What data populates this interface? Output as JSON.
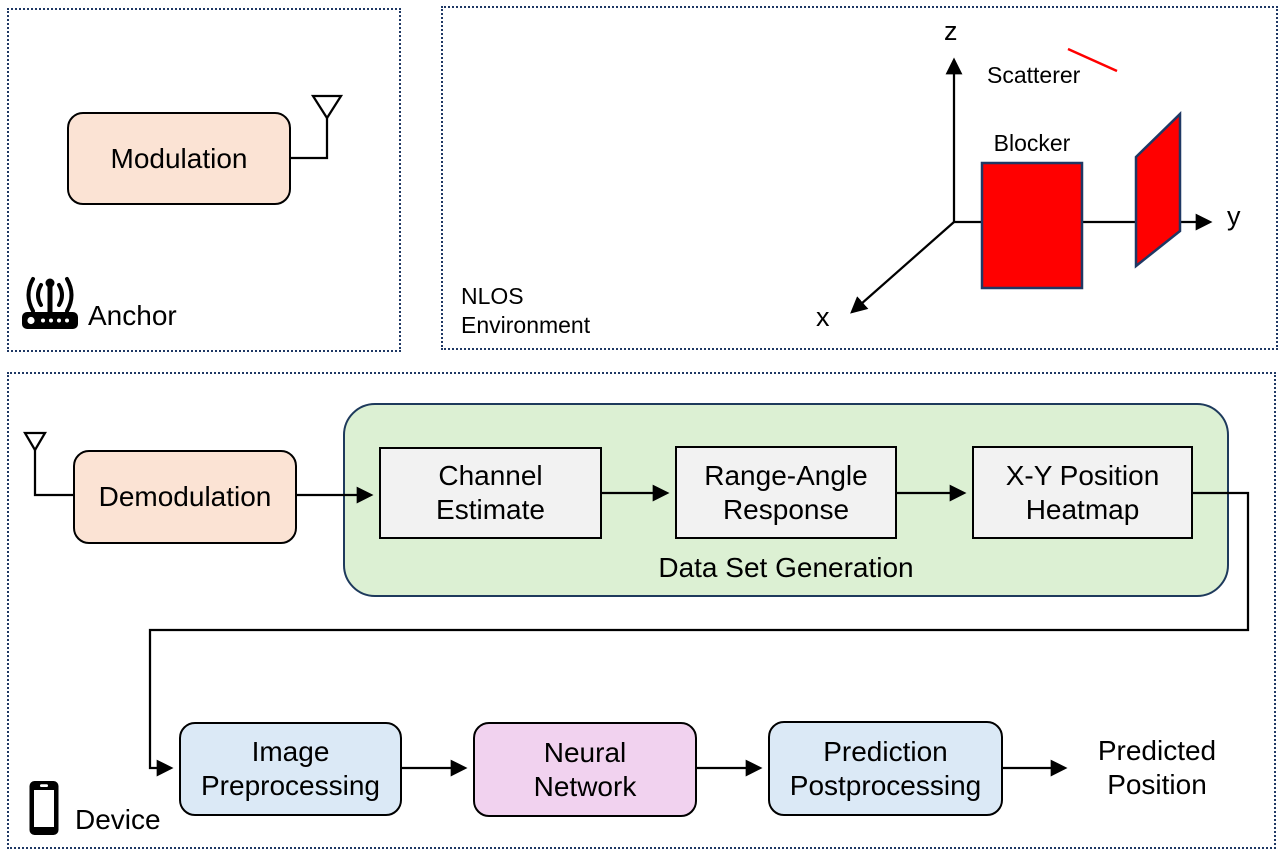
{
  "anchor_panel": {
    "modulation_box": "Modulation",
    "anchor_label": "Anchor"
  },
  "nlos_panel": {
    "label_line1": "NLOS",
    "label_line2": "Environment",
    "scatterer_label": "Scatterer",
    "blocker_label": "Blocker",
    "axes": {
      "x": "x",
      "y": "y",
      "z": "z"
    }
  },
  "pipeline": {
    "demodulation_box": "Demodulation",
    "dataset_group_label": "Data Set Generation",
    "channel_estimate": {
      "line1": "Channel",
      "line2": "Estimate"
    },
    "range_angle": {
      "line1": "Range-Angle",
      "line2": "Response"
    },
    "xy_heatmap": {
      "line1": "X-Y Position",
      "line2": "Heatmap"
    },
    "image_preprocessing": {
      "line1": "Image",
      "line2": "Preprocessing"
    },
    "neural_network": {
      "line1": "Neural",
      "line2": "Network"
    },
    "prediction_postprocessing": {
      "line1": "Prediction",
      "line2": "Postprocessing"
    },
    "predicted_position": {
      "line1": "Predicted",
      "line2": "Position"
    },
    "device_label": "Device"
  },
  "colors": {
    "modulation_fill": "#fbe3d4",
    "dataset_group_fill": "#dcf0d3",
    "stage_fill": "#f2f2f2",
    "preprocessing_fill": "#dbe9f6",
    "neural_fill": "#f1d2ef",
    "red_shape": "#ff0000",
    "dark_border": "#1f3864",
    "line_color": "#000000"
  }
}
